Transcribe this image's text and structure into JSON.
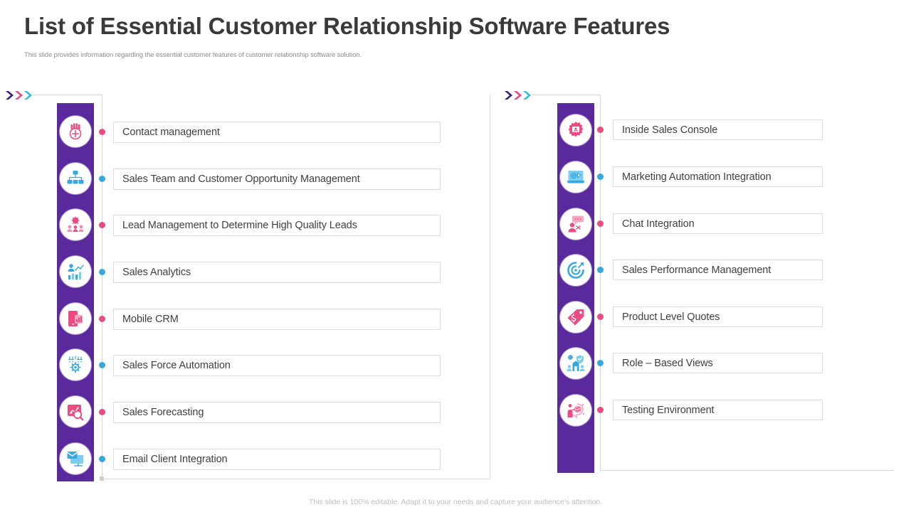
{
  "header": {
    "title": "List of Essential Customer Relationship Software Features",
    "subtitle": "This slide provides information regarding the essential customer features of customer relationship software solution."
  },
  "footer": {
    "note": "This slide is 100% editable. Adapt it to your needs and capture your audience's attention."
  },
  "colors": {
    "bar_purple": "#5a2a9d",
    "accent_pink": "#ec4a80",
    "accent_blue": "#35a8e0",
    "chevron_navy": "#3b1e75",
    "chevron_pink": "#ec4a80",
    "chevron_cyan": "#35bcd8",
    "box_border": "#dddddd",
    "text_dark": "#3f3f3f",
    "title_gray": "#3a3a3a",
    "subtitle_gray": "#8d8d8d"
  },
  "columns": [
    {
      "id": "left",
      "arrow_icon": "triple-chevron-right-icon",
      "items": [
        {
          "label": "Contact management",
          "icon": "contact-management-icon",
          "accent": "pink"
        },
        {
          "label": "Sales Team and Customer Opportunity Management",
          "icon": "org-hierarchy-icon",
          "accent": "blue"
        },
        {
          "label": "Lead Management to Determine High Quality Leads",
          "icon": "lead-management-icon",
          "accent": "pink"
        },
        {
          "label": "Sales Analytics",
          "icon": "analytics-chart-icon",
          "accent": "blue"
        },
        {
          "label": "Mobile CRM",
          "icon": "mobile-chart-icon",
          "accent": "pink"
        },
        {
          "label": "Sales Force Automation",
          "icon": "automation-gear-icon",
          "accent": "blue"
        },
        {
          "label": "Sales Forecasting",
          "icon": "forecast-magnifier-icon",
          "accent": "pink"
        },
        {
          "label": "Email Client Integration",
          "icon": "email-monitor-icon",
          "accent": "blue"
        }
      ]
    },
    {
      "id": "right",
      "arrow_icon": "triple-chevron-right-icon",
      "items": [
        {
          "label": "Inside Sales Console",
          "icon": "sales-console-gear-icon",
          "accent": "pink"
        },
        {
          "label": "Marketing Automation Integration",
          "icon": "marketing-laptop-icon",
          "accent": "blue"
        },
        {
          "label": "Chat Integration",
          "icon": "chat-bubble-person-icon",
          "accent": "pink"
        },
        {
          "label": "Sales Performance Management",
          "icon": "performance-target-icon",
          "accent": "blue"
        },
        {
          "label": "Product Level Quotes",
          "icon": "price-tag-icon",
          "accent": "pink"
        },
        {
          "label": "Role – Based Views",
          "icon": "role-shield-users-icon",
          "accent": "blue"
        },
        {
          "label": "Testing Environment",
          "icon": "testing-brain-icon",
          "accent": "pink"
        }
      ]
    }
  ]
}
